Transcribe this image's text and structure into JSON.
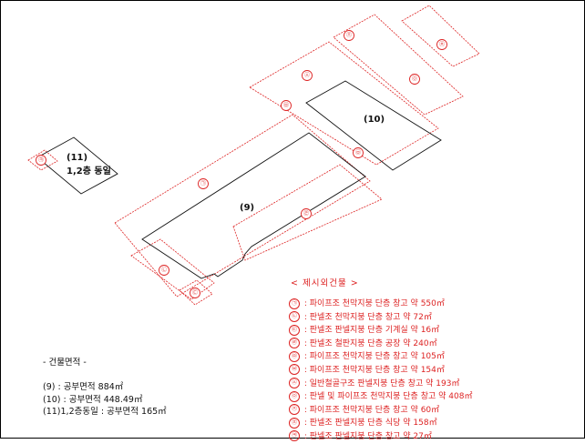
{
  "building_labels": {
    "b9": "(9)",
    "b10": "(10)",
    "b11_line1": "(11)",
    "b11_line2": "1,2층 동일"
  },
  "markers": [
    "㉠",
    "㉡",
    "㉢",
    "㉣",
    "㉤",
    "㉥",
    "㉦",
    "㉧",
    "㉨",
    "㉩",
    "㉪"
  ],
  "legend": {
    "title": "< 제시외건물 >",
    "items": [
      {
        "mark": "㉠",
        "text": " : 파이프조 천막지붕 단층 창고 약 550㎡"
      },
      {
        "mark": "㉡",
        "text": " : 판넬조 천막지붕 단층 창고 약 72㎡"
      },
      {
        "mark": "㉢",
        "text": " : 판넬조 판넬지붕 단층 기계실 약 16㎡"
      },
      {
        "mark": "㉣",
        "text": " : 판넬조 철판지붕 단층 공장 약 240㎡"
      },
      {
        "mark": "㉤",
        "text": " : 파이프조 천막지붕 단층 창고 약 105㎡"
      },
      {
        "mark": "㉥",
        "text": " : 파이프조 천막지붕 단층 창고 약 154㎡"
      },
      {
        "mark": "㉦",
        "text": " : 일반철골구조 판넬지붕 단층 창고 약 193㎡"
      },
      {
        "mark": "㉧",
        "text": " : 판넬 및 파이프조 천막지붕 단층 창고 약 408㎡"
      },
      {
        "mark": "㉨",
        "text": " : 파이프조 천막지붕 단층 창고 약 60㎡"
      },
      {
        "mark": "㉩",
        "text": " : 판넬조 판넬지붕 단층 식당 약 158㎡"
      },
      {
        "mark": "㉪",
        "text": " : 판넬조 판넬지붕 단층 창고 약 27㎡"
      }
    ]
  },
  "areas": {
    "title": "- 건물면적 -",
    "items": [
      "(9) : 공부면적 884㎡",
      "(10) : 공부면적 448.49㎡",
      "(11)1,2층동일 : 공부면적 165㎡"
    ]
  },
  "colors": {
    "outline": "#111111",
    "annex": "#dd2222"
  }
}
